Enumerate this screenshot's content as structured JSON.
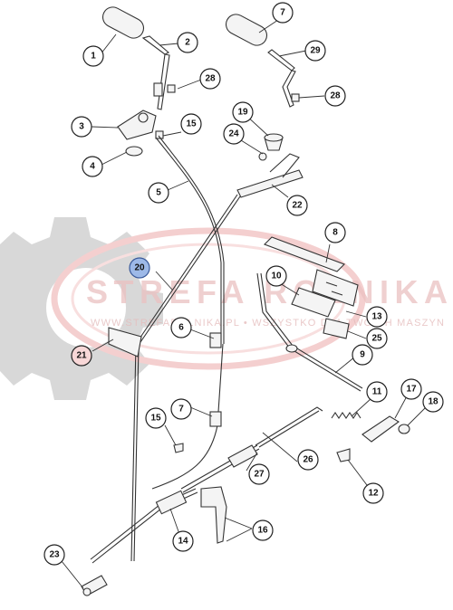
{
  "watermark": {
    "name": "STREFA ROLNIKA",
    "tagline": "WWW.STREFAROLNIKA.PL • WSZYSTKO DLA TWOICH MASZYN",
    "colors": {
      "gear": "#cfcfcf",
      "ring": "#f1c5c5",
      "text": "#e3b0b0"
    }
  },
  "callouts": [
    {
      "id": "c1",
      "label": "1"
    },
    {
      "id": "c2",
      "label": "2"
    },
    {
      "id": "c3",
      "label": "3"
    },
    {
      "id": "c4",
      "label": "4"
    },
    {
      "id": "c5",
      "label": "5"
    },
    {
      "id": "c6",
      "label": "6"
    },
    {
      "id": "c7",
      "label": "7"
    },
    {
      "id": "c8",
      "label": "8"
    },
    {
      "id": "c9",
      "label": "9"
    },
    {
      "id": "c10",
      "label": "10"
    },
    {
      "id": "c11",
      "label": "11"
    },
    {
      "id": "c12",
      "label": "12"
    },
    {
      "id": "c13",
      "label": "13"
    },
    {
      "id": "c14",
      "label": "14"
    },
    {
      "id": "c15a",
      "label": "15"
    },
    {
      "id": "c15b",
      "label": "15"
    },
    {
      "id": "c16",
      "label": "16"
    },
    {
      "id": "c17",
      "label": "17"
    },
    {
      "id": "c18",
      "label": "18"
    },
    {
      "id": "c19",
      "label": "19"
    },
    {
      "id": "c20",
      "label": "20"
    },
    {
      "id": "c21",
      "label": "21"
    },
    {
      "id": "c22",
      "label": "22"
    },
    {
      "id": "c23",
      "label": "23"
    },
    {
      "id": "c24",
      "label": "24"
    },
    {
      "id": "c25",
      "label": "25"
    },
    {
      "id": "c26",
      "label": "26"
    },
    {
      "id": "c27",
      "label": "27"
    },
    {
      "id": "c28a",
      "label": "28"
    },
    {
      "id": "c28b",
      "label": "28"
    },
    {
      "id": "c29",
      "label": "29"
    },
    {
      "id": "c7b",
      "label": "7"
    }
  ],
  "highlight_label": "20"
}
